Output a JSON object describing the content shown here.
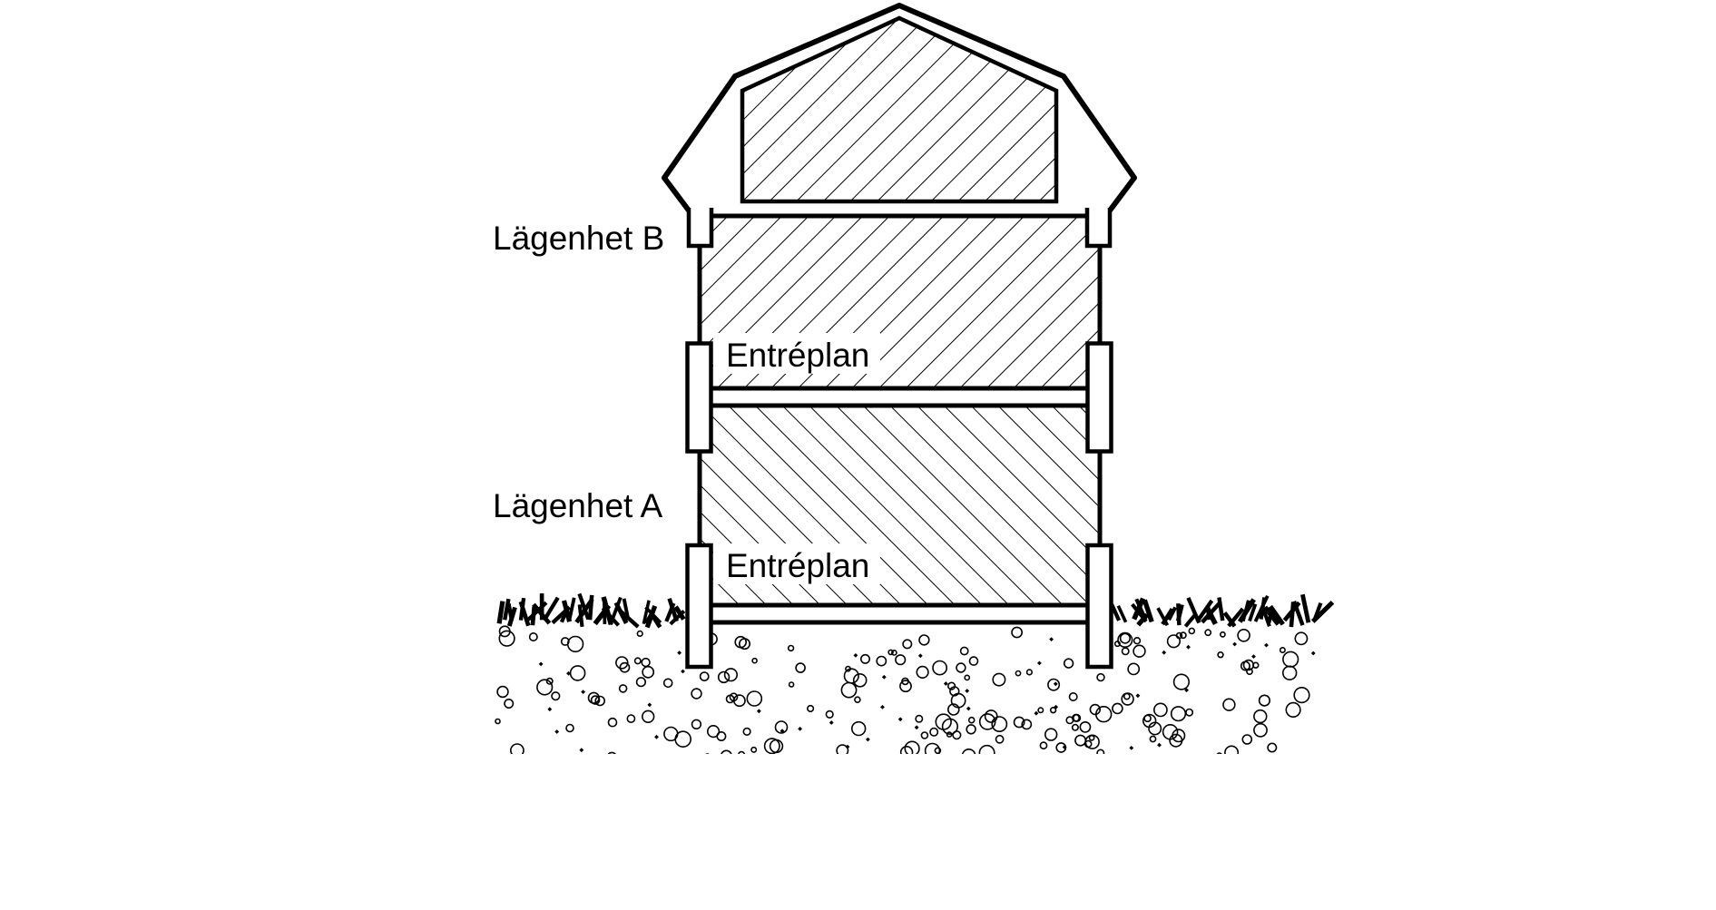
{
  "figure": {
    "kind": "building-cross-section",
    "roof_style": "gambrel",
    "apartments": [
      {
        "label": "Lägenhet B",
        "position": "upper-floor",
        "floor_label": "Entréplan",
        "hatch": "forward-diagonal"
      },
      {
        "label": "Lägenhet A",
        "position": "lower-floor",
        "floor_label": "Entréplan",
        "hatch": "backward-diagonal"
      }
    ],
    "attic": {
      "hatch": "forward-diagonal"
    },
    "ground": {
      "texture": "grass-tufts-and-stippled-soil"
    }
  },
  "labels": {
    "apartment_b": "Lägenhet B",
    "apartment_a": "Lägenhet A",
    "entreplan_b": "Entréplan",
    "entreplan_a": "Entréplan"
  },
  "colors": {
    "line": "#000000",
    "background": "#ffffff"
  }
}
